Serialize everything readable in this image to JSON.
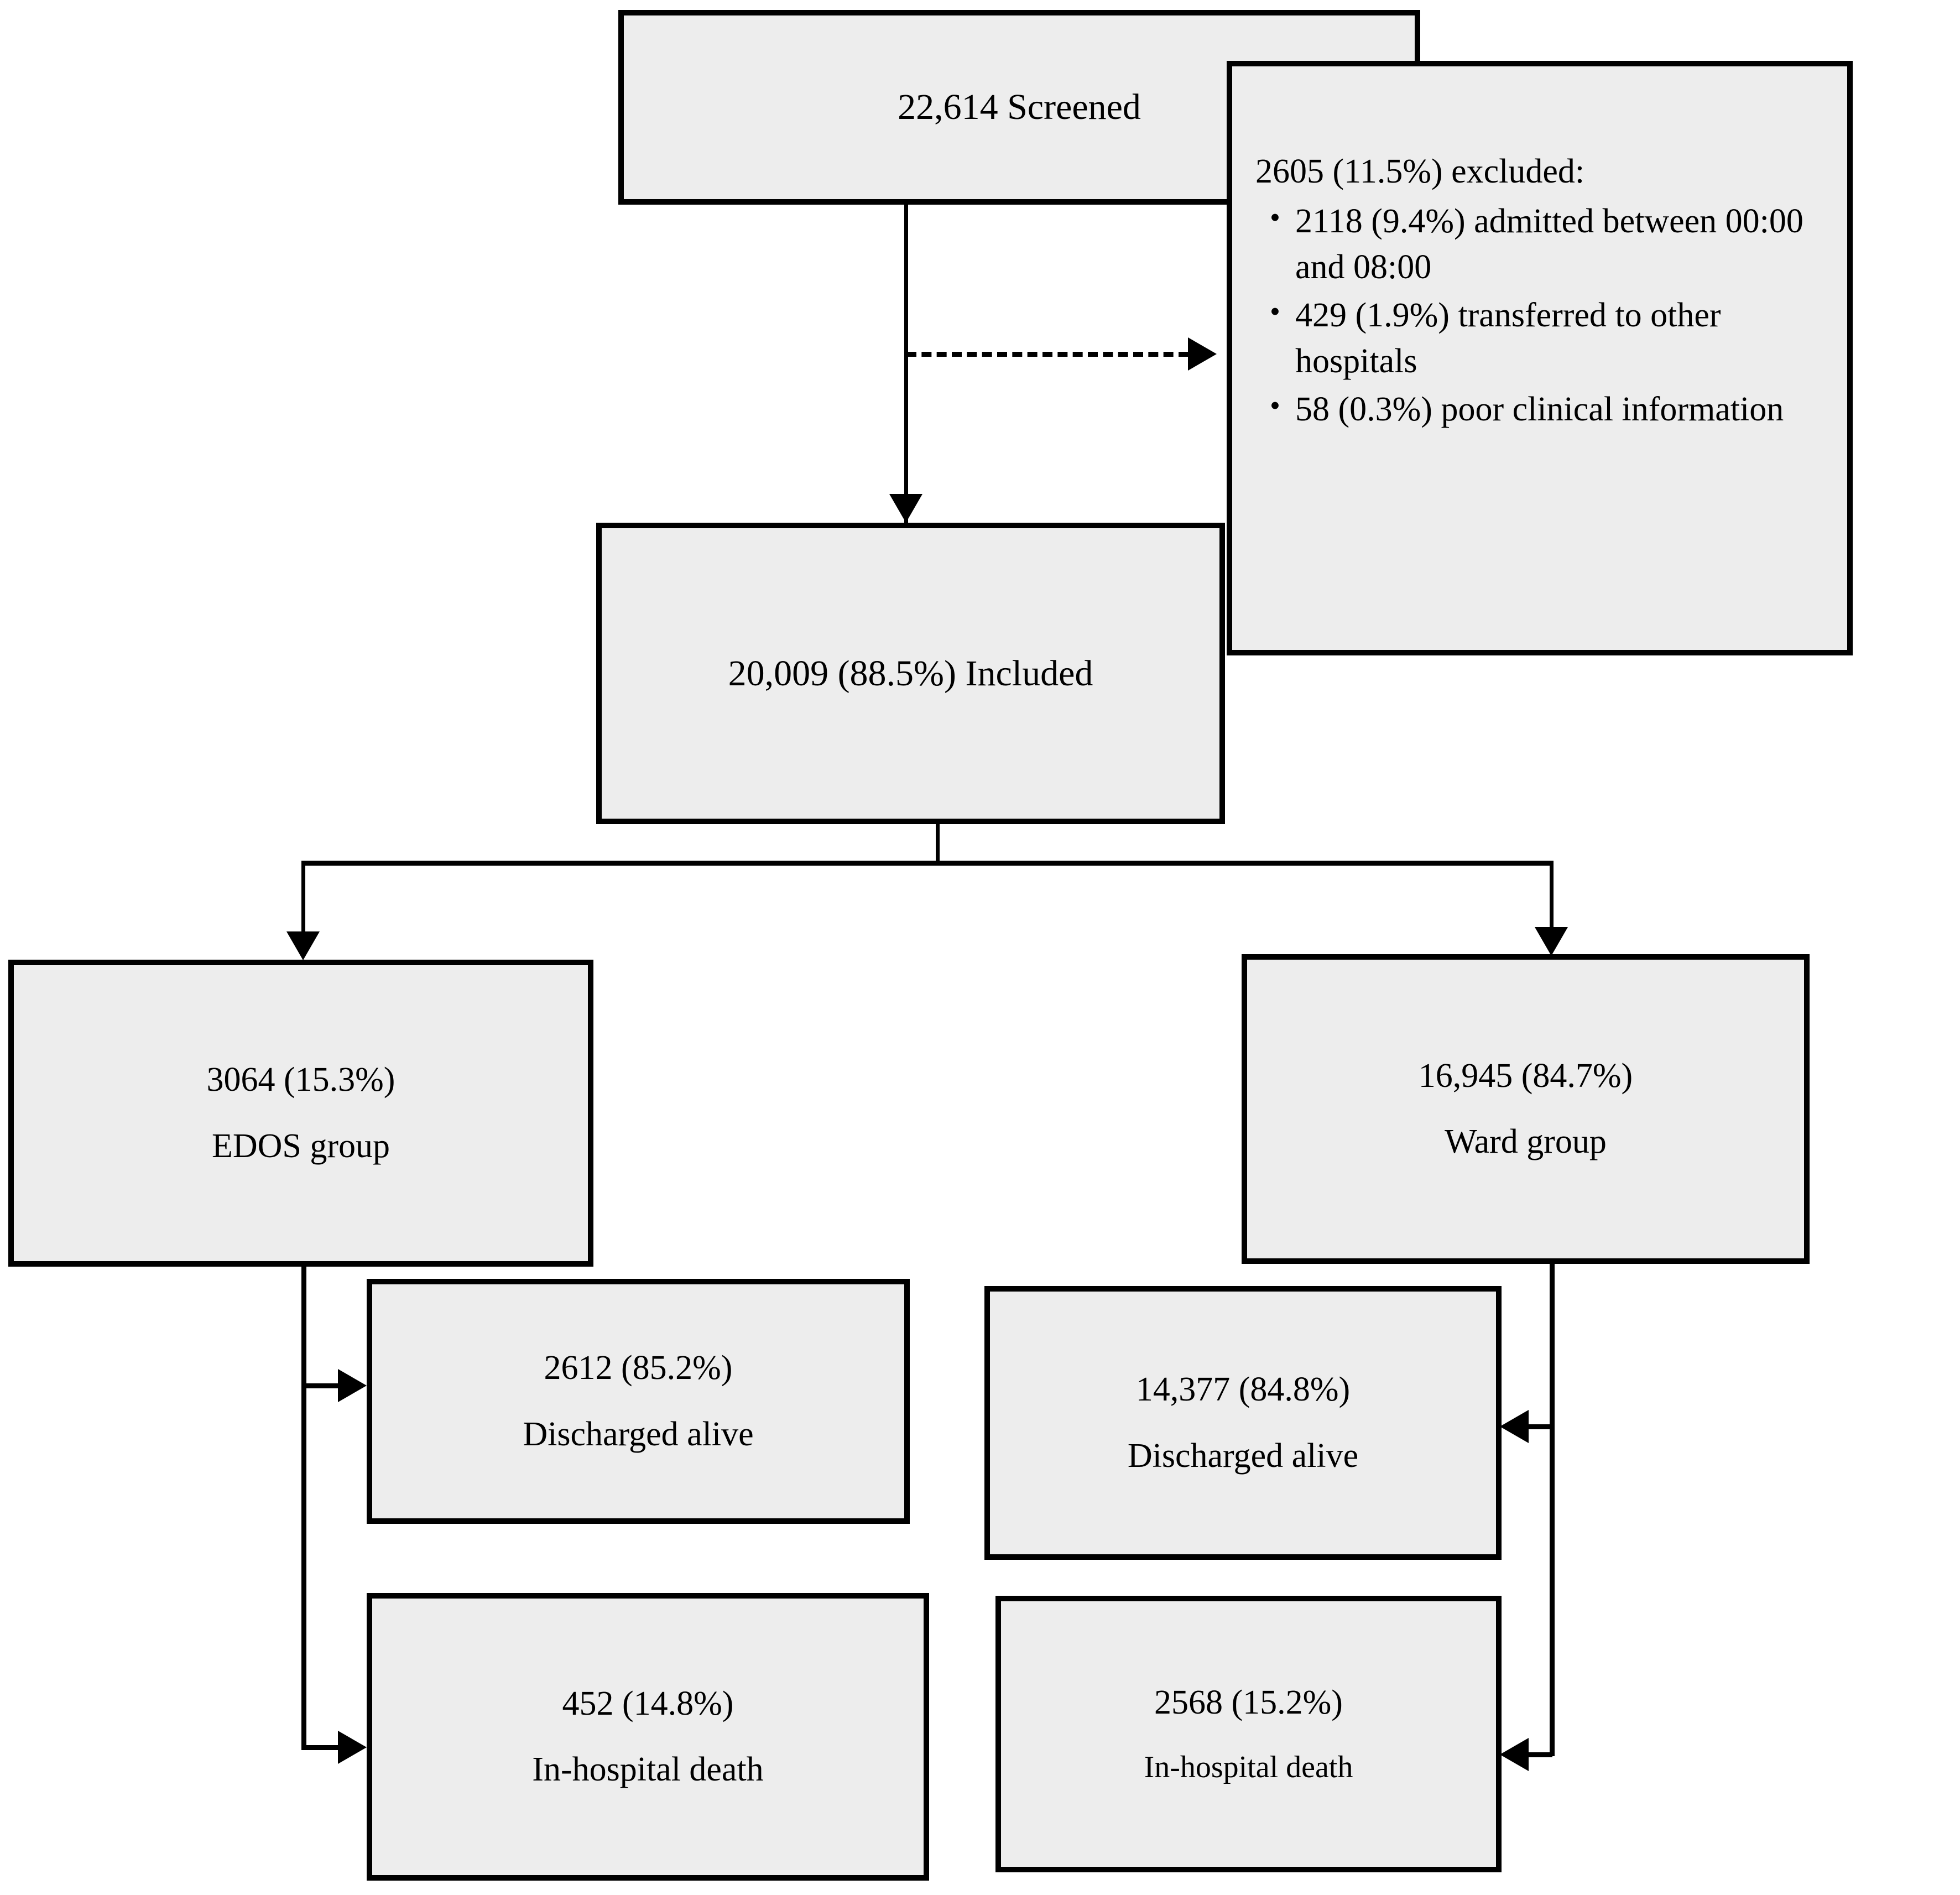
{
  "diagram": {
    "type": "flowchart",
    "title": "Study participant flow diagram",
    "colors": {
      "box_fill": "#ededed",
      "box_border": "#000000",
      "connector": "#000000",
      "page_background": "#ffffff"
    },
    "nodes": {
      "screened": {
        "label": "22,614 Screened",
        "count": 22614
      },
      "excluded": {
        "heading": "2605 (11.5%) excluded:",
        "count": 2605,
        "percent": "11.5%",
        "reasons": [
          "2118 (9.4%) admitted between 00:00 and 08:00",
          "429 (1.9%) transferred to other hospitals",
          "58 (0.3%) poor clinical information"
        ]
      },
      "included": {
        "label": "20,009 (88.5%) Included",
        "count": 20009,
        "percent": "88.5%"
      },
      "edos_group": {
        "count_line": "3064 (15.3%)",
        "name_line": "EDOS group",
        "count": 3064,
        "percent": "15.3%"
      },
      "ward_group": {
        "count_line": "16,945 (84.7%)",
        "name_line": "Ward group",
        "count": 16945,
        "percent": "84.7%"
      },
      "edos_discharged": {
        "count_line": "2612 (85.2%)",
        "name_line": "Discharged alive",
        "count": 2612,
        "percent": "85.2%"
      },
      "edos_death": {
        "count_line": "452 (14.8%)",
        "name_line": "In-hospital death",
        "count": 452,
        "percent": "14.8%"
      },
      "ward_discharged": {
        "count_line": "14,377 (84.8%)",
        "name_line": "Discharged alive",
        "count": 14377,
        "percent": "84.8%"
      },
      "ward_death": {
        "count_line": "2568 (15.2%)",
        "name_line": "In-hospital death",
        "count": 2568,
        "percent": "15.2%"
      }
    },
    "edges": [
      {
        "from": "screened",
        "to": "included",
        "style": "solid",
        "arrow": "down"
      },
      {
        "from": "screened",
        "to": "excluded",
        "style": "dashed",
        "arrow": "right"
      },
      {
        "from": "included",
        "to": "edos_group",
        "style": "solid",
        "arrow": "down"
      },
      {
        "from": "included",
        "to": "ward_group",
        "style": "solid",
        "arrow": "down"
      },
      {
        "from": "edos_group",
        "to": "edos_discharged",
        "style": "solid",
        "arrow": "right"
      },
      {
        "from": "edos_group",
        "to": "edos_death",
        "style": "solid",
        "arrow": "right"
      },
      {
        "from": "ward_group",
        "to": "ward_discharged",
        "style": "solid",
        "arrow": "left"
      },
      {
        "from": "ward_group",
        "to": "ward_death",
        "style": "solid",
        "arrow": "left"
      }
    ]
  }
}
